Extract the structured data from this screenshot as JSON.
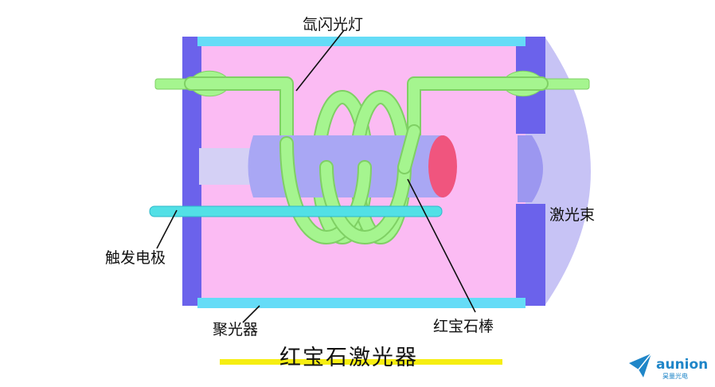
{
  "diagram": {
    "labels": {
      "xenon_lamp": "氙闪光灯",
      "laser_beam": "激光束",
      "trigger_electrode": "触发电极",
      "ruby_rod": "红宝石棒",
      "reflector": "聚光器"
    },
    "title": "红宝石激光器"
  },
  "logo": {
    "name": "aunion",
    "subtitle": "昊量光电"
  },
  "colors": {
    "cavity": "#fbbbf3",
    "reflector_bar": "#65dcf7",
    "end_plate": "#6b62eb",
    "lamp": "#a5f58f",
    "rod": "#a9a7f4",
    "rod_end": "#f0557e",
    "beam": "#c7c3f5",
    "title_underline": "#f6ee12",
    "logo": "#1f86c8"
  }
}
